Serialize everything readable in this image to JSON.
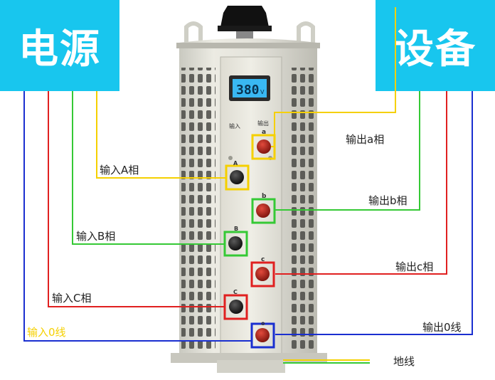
{
  "source_label": "电源",
  "device_label": "设备",
  "display": {
    "value": "380",
    "unit": "V"
  },
  "panel_labels": {
    "input": "输入",
    "output": "输出"
  },
  "terminals": {
    "input_A": "A",
    "input_B": "B",
    "input_C": "C",
    "output_a": "a",
    "output_b": "b",
    "output_c": "c",
    "output_o": "o"
  },
  "wire_labels": {
    "input_a_phase": "输入A相",
    "input_b_phase": "输入B相",
    "input_c_phase": "输入C相",
    "input_zero": "输入0线",
    "output_a_phase": "输出a相",
    "output_b_phase": "输出b相",
    "output_c_phase": "输出c相",
    "output_zero": "输出0线",
    "ground": "地线"
  },
  "colors": {
    "label_bg": "#18c6ee",
    "phase_a": "#f5d000",
    "phase_b": "#35c935",
    "phase_c": "#e02020",
    "neutral": "#1a2fd0",
    "ground": "#f5d000",
    "input_zero_text": "#f5d000"
  }
}
